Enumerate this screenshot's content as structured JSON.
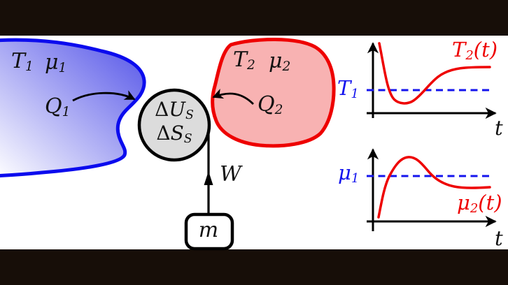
{
  "labels": {
    "res1_temp": {
      "base": "T",
      "sub": "1"
    },
    "res1_mu": {
      "base": "μ",
      "sub": "1"
    },
    "res1_heat": {
      "base": "Q",
      "sub": "1"
    },
    "res2_temp": {
      "base": "T",
      "sub": "2"
    },
    "res2_mu": {
      "base": "μ",
      "sub": "2"
    },
    "res2_heat": {
      "base": "Q",
      "sub": "2"
    },
    "sys_energy": {
      "prefix": "Δ",
      "base": "U",
      "sub": "S"
    },
    "sys_entropy": {
      "prefix": "Δ",
      "base": "S",
      "sub": "S"
    },
    "work": {
      "base": "W"
    },
    "mass": {
      "base": "m"
    },
    "g1_ref": {
      "base": "T",
      "sub": "1"
    },
    "g1_curve": {
      "base": "T",
      "sub": "2",
      "suffix": "(t)"
    },
    "g1_x": {
      "base": "t"
    },
    "g2_ref": {
      "base": "μ",
      "sub": "1"
    },
    "g2_curve": {
      "base": "μ",
      "sub": "2",
      "suffix": "(t)"
    },
    "g2_x": {
      "base": "t"
    }
  },
  "colors": {
    "reservoir1_stroke": "#0b0bee",
    "reservoir1_fill_gradient": [
      "#ffffff",
      "#5353e8"
    ],
    "reservoir2_stroke": "#ee0000",
    "reservoir2_fill": "#f8b2b2",
    "system_fill": "#dcdcdc",
    "curve": "#ee0000",
    "reference_line": "#1414ee",
    "frame_bars": "#170e08",
    "ink": "#000000"
  },
  "chart_data": [
    {
      "type": "line",
      "xlabel": "t",
      "ylabel": "",
      "grid": false,
      "tick_labels": false,
      "legend_position": "top-right-inline",
      "x": [
        0,
        1,
        2,
        3,
        4,
        5,
        6,
        7,
        8,
        9,
        10
      ],
      "series": [
        {
          "name": "T2(t)",
          "color": "#ee0000",
          "values": [
            2.3,
            1.45,
            0.95,
            0.82,
            0.84,
            0.95,
            1.15,
            1.38,
            1.52,
            1.57,
            1.58
          ]
        }
      ],
      "reference_line": {
        "label": "T1",
        "value": 1.0,
        "color": "#1414ee",
        "style": "dashed"
      }
    },
    {
      "type": "line",
      "xlabel": "t",
      "ylabel": "",
      "grid": false,
      "tick_labels": false,
      "legend_position": "bottom-right-inline",
      "x": [
        0,
        1,
        2,
        3,
        4,
        5,
        6,
        7,
        8,
        9,
        10
      ],
      "series": [
        {
          "name": "mu2(t)",
          "color": "#ee0000",
          "values": [
            0.05,
            0.55,
            1.1,
            1.32,
            1.3,
            1.12,
            0.95,
            0.85,
            0.81,
            0.8,
            0.8
          ]
        }
      ],
      "reference_line": {
        "label": "mu1",
        "value": 1.0,
        "color": "#1414ee",
        "style": "dashed"
      }
    }
  ]
}
